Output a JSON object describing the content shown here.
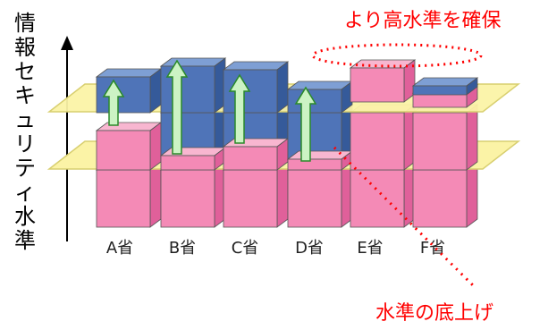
{
  "diagram": {
    "y_axis_label_chars": [
      "情",
      "報",
      "セ",
      "キ",
      "ュ",
      "リ",
      "テ",
      "ィ",
      "水",
      "準"
    ],
    "categories": [
      "A省",
      "B省",
      "C省",
      "D省",
      "E省",
      "F省"
    ],
    "annotation_top": "より高水準を確保",
    "annotation_bottom": "水準の底上げ",
    "colors": {
      "pink": "#f48ab6",
      "pink_side": "#e0609a",
      "pink_top": "#f8b6d0",
      "blue": "#4f74b8",
      "blue_side": "#355a9a",
      "blue_top": "#7e9fd4",
      "plane": "#fbf3a6",
      "plane_edge": "#d8cf70",
      "arrow": "#ccf3c4",
      "arrow_edge": "#2a8a2a",
      "annotation": "#ff0000"
    }
  }
}
